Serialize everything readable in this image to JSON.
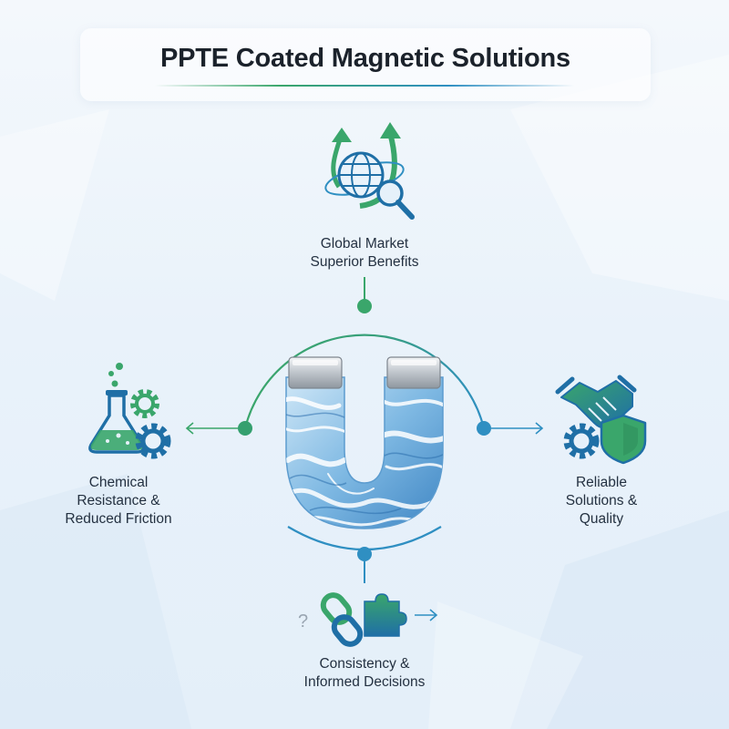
{
  "title": "PPTE Coated Magnetic Solutions",
  "nodes": {
    "top": {
      "line1": "Global Market",
      "line2": "Superior Benefits",
      "icon": "globe-growth-magnifier-icon"
    },
    "left": {
      "line1": "Chemical",
      "line2": "Resistance &",
      "line3": "Reduced Friction",
      "icon": "flask-gears-icon"
    },
    "right": {
      "line1": "Reliable",
      "line2": "Solutions &",
      "line3": "Quality",
      "icon": "handshake-gear-shield-icon"
    },
    "bottom": {
      "line1": "Consistency &",
      "line2": "Informed Decisions",
      "icon": "chain-puzzle-icon"
    }
  },
  "center_icon": "marbled-horseshoe-magnet-icon",
  "colors": {
    "green": "#3aa66b",
    "blue": "#2f8fc2",
    "dark_blue": "#1f6fa6",
    "title_text": "#1b222b"
  }
}
